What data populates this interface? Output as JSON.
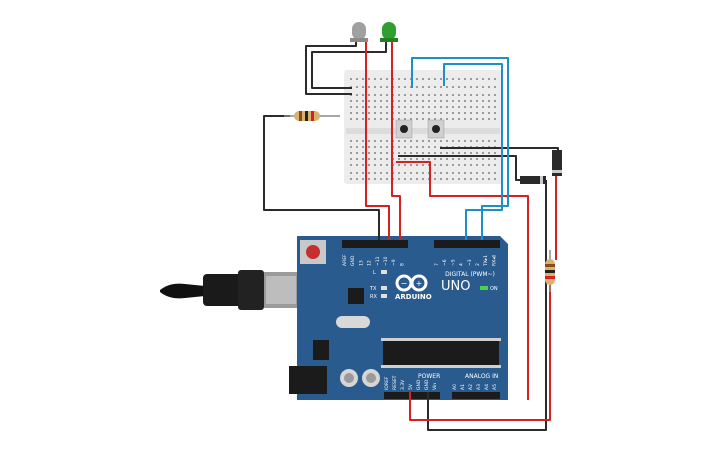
{
  "board": {
    "brand": "ARDUINO",
    "model": "UNO",
    "digital_header_label": "DIGITAL (PWM~)",
    "power_label": "POWER",
    "analog_label": "ANALOG IN",
    "on_label": "ON",
    "led_labels": [
      "L",
      "TX",
      "RX"
    ],
    "left_header_pins": [
      "AREF",
      "GND",
      "13",
      "12",
      "~11",
      "~10",
      "~9",
      "8"
    ],
    "right_header_pins": [
      "7",
      "~6",
      "~5",
      "4",
      "~3",
      "2",
      "TX▸1",
      "RX◂0"
    ],
    "power_pins": [
      "IOREF",
      "RESET",
      "3.3V",
      "5V",
      "GND",
      "GND",
      "Vin"
    ],
    "analog_pins": [
      "A0",
      "A1",
      "A2",
      "A3",
      "A4",
      "A5"
    ]
  },
  "components": {
    "leds": [
      {
        "name": "left-led",
        "color": "#9e9e9e"
      },
      {
        "name": "right-led",
        "color": "#2e9e2e"
      }
    ],
    "pushbuttons": 2,
    "resistors": 2,
    "diode": 1
  },
  "colors": {
    "board": "#2a5b8f",
    "board_dark": "#1d4570",
    "breadboard": "#ececec",
    "wire_red": "#d42222",
    "wire_blue": "#1f8fc9",
    "wire_black": "#2b2b2b"
  }
}
